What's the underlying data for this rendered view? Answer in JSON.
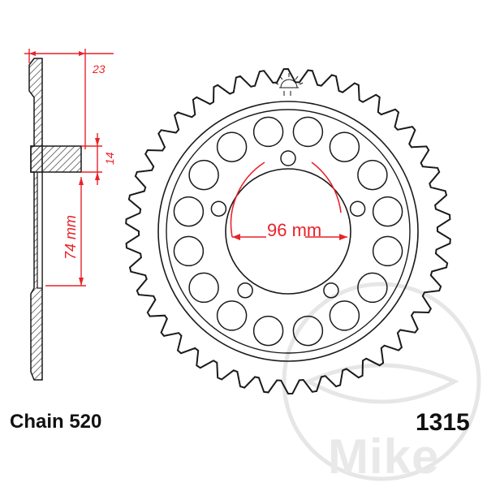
{
  "diagram": {
    "chain_label": "Chain 520",
    "part_number": "1315",
    "dimensions": {
      "width": "23",
      "hub_thickness": "14",
      "offset": "74 mm",
      "bolt_circle": "96 mm"
    },
    "watermark": "Mike"
  },
  "colors": {
    "dimension": "#e8232a",
    "outline": "#1a1a1a",
    "hatch": "#555555",
    "watermark": "#e6e6e6"
  },
  "icons": {
    "logo": "sun-logo-icon"
  }
}
